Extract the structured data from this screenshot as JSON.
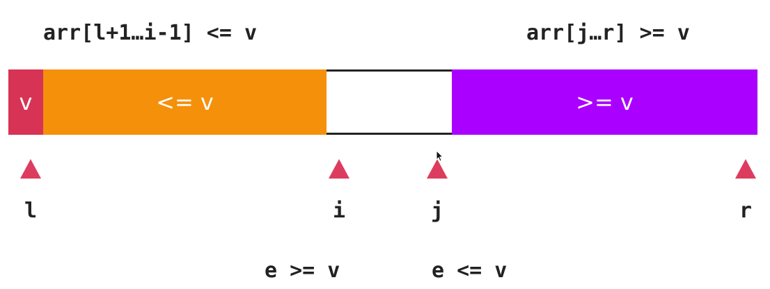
{
  "top_labels": {
    "left": "arr[l+1…i-1] <= v",
    "right": "arr[j…r] >= v"
  },
  "bar": {
    "pivot": "v",
    "less_equal": "<= v",
    "unknown": "",
    "greater_equal": ">= v"
  },
  "pointers": {
    "l": "l",
    "i": "i",
    "j": "j",
    "r": "r"
  },
  "conditions": {
    "i": "e >= v",
    "j": "e <= v"
  },
  "colors": {
    "pivot": "#d63355",
    "less_equal": "#f5900b",
    "greater_equal": "#aa00ff",
    "marker": "#dc3d5f"
  }
}
